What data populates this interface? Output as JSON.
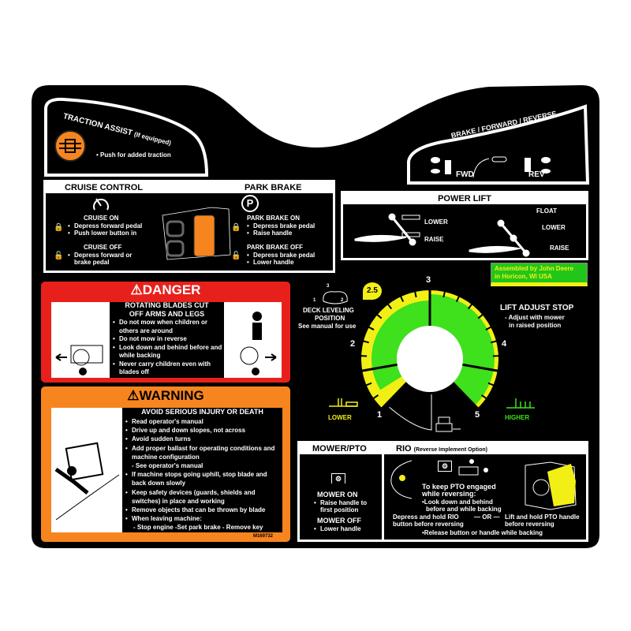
{
  "traction": {
    "title": "TRACTION ASSIST",
    "note": "(If equipped)",
    "instruction": "• Push for added traction",
    "icon": "traction-assist-icon"
  },
  "bfr": {
    "title": "BRAKE / FORWARD / REVERSE",
    "fwd": "FWD",
    "rev": "REV"
  },
  "cruise": {
    "title": "CRUISE  CONTROL",
    "on_title": "CRUISE ON",
    "on_items": [
      "Depress forward pedal",
      "Push lower button in"
    ],
    "off_title": "CRUISE OFF",
    "off_items": [
      "Depress forward or brake pedal"
    ]
  },
  "park": {
    "title": "PARK  BRAKE",
    "on_title": "PARK BRAKE ON",
    "on_items": [
      "Depress brake pedal",
      "Raise handle"
    ],
    "off_title": "PARK BRAKE OFF",
    "off_items": [
      "Depress brake pedal",
      "Lower handle"
    ],
    "symbol": "P"
  },
  "power_lift": {
    "title": "POWER LIFT",
    "lower": "LOWER",
    "raise": "RAISE",
    "float": "FLOAT",
    "lower2": "LOWER",
    "raise2": "RAISE"
  },
  "assembled": {
    "line1": "Assembled by John Deere",
    "line2": "in Horicon, WI USA",
    "color": "#22c61a"
  },
  "danger": {
    "title": "DANGER",
    "heading1": "ROTATING BLADES CUT",
    "heading2": "OFF ARMS AND LEGS",
    "items": [
      "Do not mow when children or others are around",
      "Do not mow in reverse",
      "Look down and behind before and while backing",
      "Never carry children even with blades off"
    ],
    "color": "#e8201c"
  },
  "warning": {
    "title": "WARNING",
    "heading": "AVOID SERIOUS INJURY OR DEATH",
    "items": [
      "Read operator's manual",
      "Drive up and down slopes, not across",
      "Avoid sudden turns",
      "Add proper ballast for operating conditions and machine configuration"
    ],
    "sub": "- See operator's manual",
    "items2": [
      "If machine stops going uphill, stop blade and back down slowly",
      "Keep safety devices (guards, shields and switches) in place and working",
      "Remove objects that can be thrown by blade",
      "When leaving machine:"
    ],
    "sub2": "- Stop engine  -Set park brake  - Remove key",
    "part_no": "M169732",
    "color": "#f7851f"
  },
  "dial": {
    "labels": [
      "1",
      "2",
      "3",
      "4",
      "5"
    ],
    "badge": "2.5",
    "deck_nums": [
      "1",
      "2",
      "3"
    ],
    "deck1": "DECK LEVELING",
    "deck2": "POSITION",
    "deck3": "See manual for use",
    "lower": "LOWER",
    "higher": "HIGHER",
    "yellow": "#f2ef16",
    "green": "#3fe01c"
  },
  "lift_stop": {
    "title": "LIFT ADJUST STOP",
    "line1": "- Adjust with mower",
    "line2": "in raised position"
  },
  "mower": {
    "title": "MOWER/PTO",
    "on_title": "MOWER ON",
    "on_items": [
      "Raise handle to first position"
    ],
    "off_title": "MOWER OFF",
    "off_items": [
      "Lower handle"
    ]
  },
  "rio": {
    "title": "RIO",
    "subtitle": "(Reverse Implement Option)",
    "keep1": "To keep PTO engaged",
    "keep2": "while reversing:",
    "look1": "•Look down and behind",
    "look2": "before and while backing",
    "left1": "Depress and hold RIO",
    "left2": "button before reversing",
    "or": "— OR —",
    "right1": "Lift and hold PTO handle",
    "right2": "before reversing",
    "release": "•Release button or handle while backing"
  }
}
